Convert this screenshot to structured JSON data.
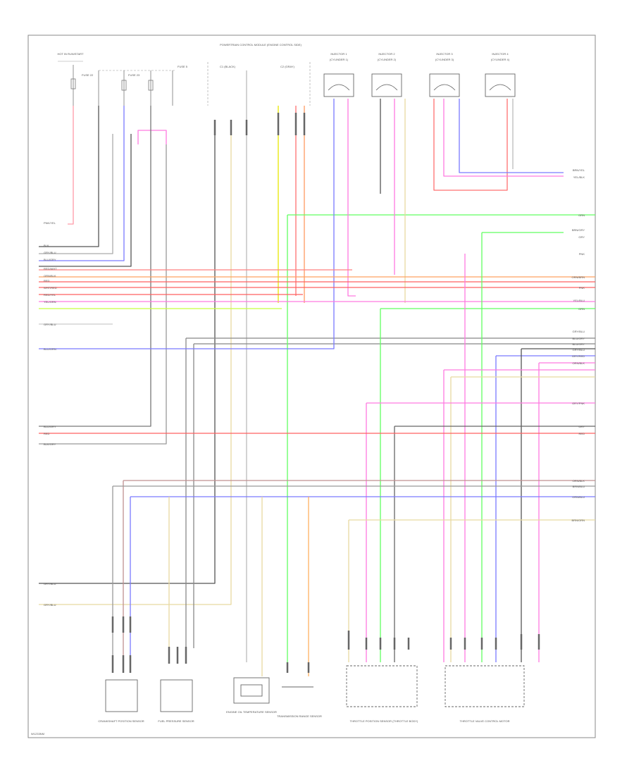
{
  "diagram_code": "W1233NM",
  "fuse_block": {
    "title": "HOT IN RUN/START",
    "fuse_a": "FUSE 22",
    "fuse_b": "FUSE 23",
    "fuse_c": "FUSE 5"
  },
  "ecm": {
    "title": "POWERTRAIN CONTROL MODULE (ENGINE CONTROL SIDE)",
    "conn_a": "C1 (BLACK)",
    "conn_b": "C2 (GRAY)"
  },
  "injectors": [
    {
      "name": "INJECTOR 1",
      "conn": "(CYLINDER 1)"
    },
    {
      "name": "INJECTOR 2",
      "conn": "(CYLINDER 2)"
    },
    {
      "name": "INJECTOR 3",
      "conn": "(CYLINDER 3)"
    },
    {
      "name": "INJECTOR 4",
      "conn": "(CYLINDER 4)"
    }
  ],
  "left_wires": [
    "PNK/YEL",
    "BLK",
    "GRY/BLU",
    "BLU/GRY",
    "RED/WHT",
    "ORN/BLK",
    "RED",
    "WHT/RED",
    "RED/YEL",
    "YEL/GRN",
    "GRY/BLU",
    "BLU/ORN",
    "BLU/GRY",
    "RED",
    "BLK/GRY",
    "GRY/BLU",
    "GRY/BLU"
  ],
  "right_wires": [
    "BRN/YEL",
    "YEL/BLK",
    "GRN",
    "BRN/GRY",
    "GRY",
    "PNK",
    "ORN/BRN",
    "PNK",
    "YEL/BLU",
    "GRN",
    "GRY/BLU",
    "BLU/GRY",
    "BLU/GRY",
    "GRY/BLU",
    "GRY/RED",
    "ORN/BLK",
    "GRY/PNK",
    "GRY",
    "RED",
    "ORN/BLK",
    "BRN/BLU",
    "ORN/BLU",
    "BRN/ORN"
  ],
  "bottom_components": [
    "CRANKSHAFT POSITION SENSOR",
    "FUEL PRESSURE SENSOR",
    "ENGINE OIL TEMPERATURE SENSOR",
    "TRANSMISSION RANGE SENSOR",
    "THROTTLE POSITION SENSOR (THROTTLE BODY)",
    "THROTTLE VALVE CONTROL MOTOR"
  ]
}
